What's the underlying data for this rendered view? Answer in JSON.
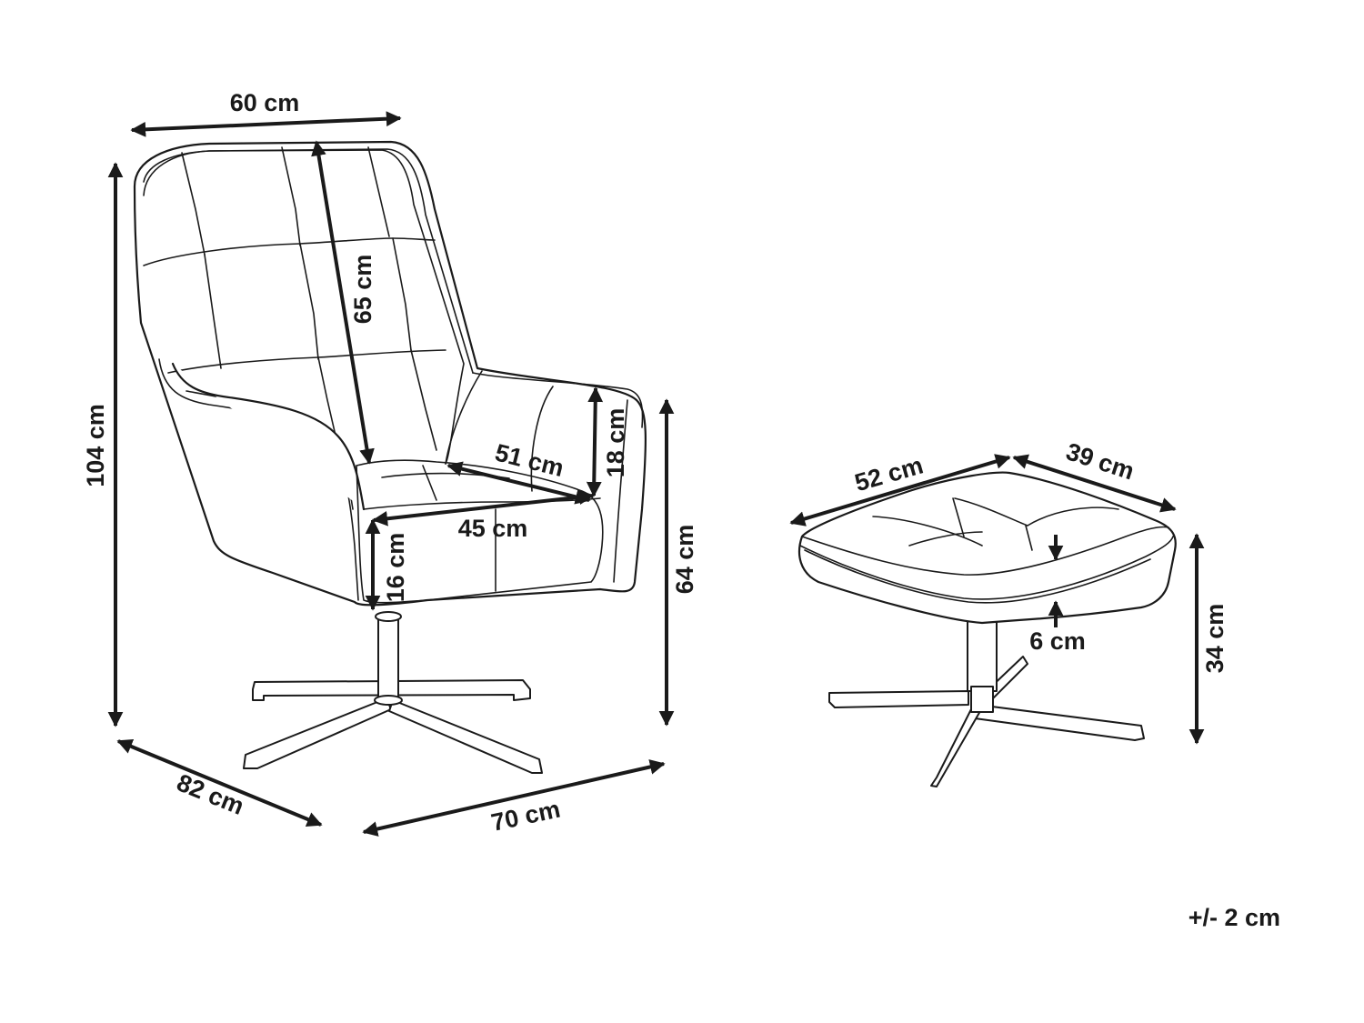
{
  "chair": {
    "width": "60 cm",
    "height": "104 cm",
    "backrest_height": "65 cm",
    "armrest_height": "18 cm",
    "seat_depth": "51 cm",
    "seat_width": "45 cm",
    "seat_thickness": "16 cm",
    "seat_height": "64 cm",
    "depth": "82 cm",
    "base_width": "70 cm"
  },
  "ottoman": {
    "width": "52 cm",
    "depth": "39 cm",
    "cushion_thickness": "6 cm",
    "height": "34 cm"
  },
  "tolerance": "+/- 2 cm",
  "colors": {
    "line": "#1a1a1a",
    "background": "#ffffff"
  }
}
